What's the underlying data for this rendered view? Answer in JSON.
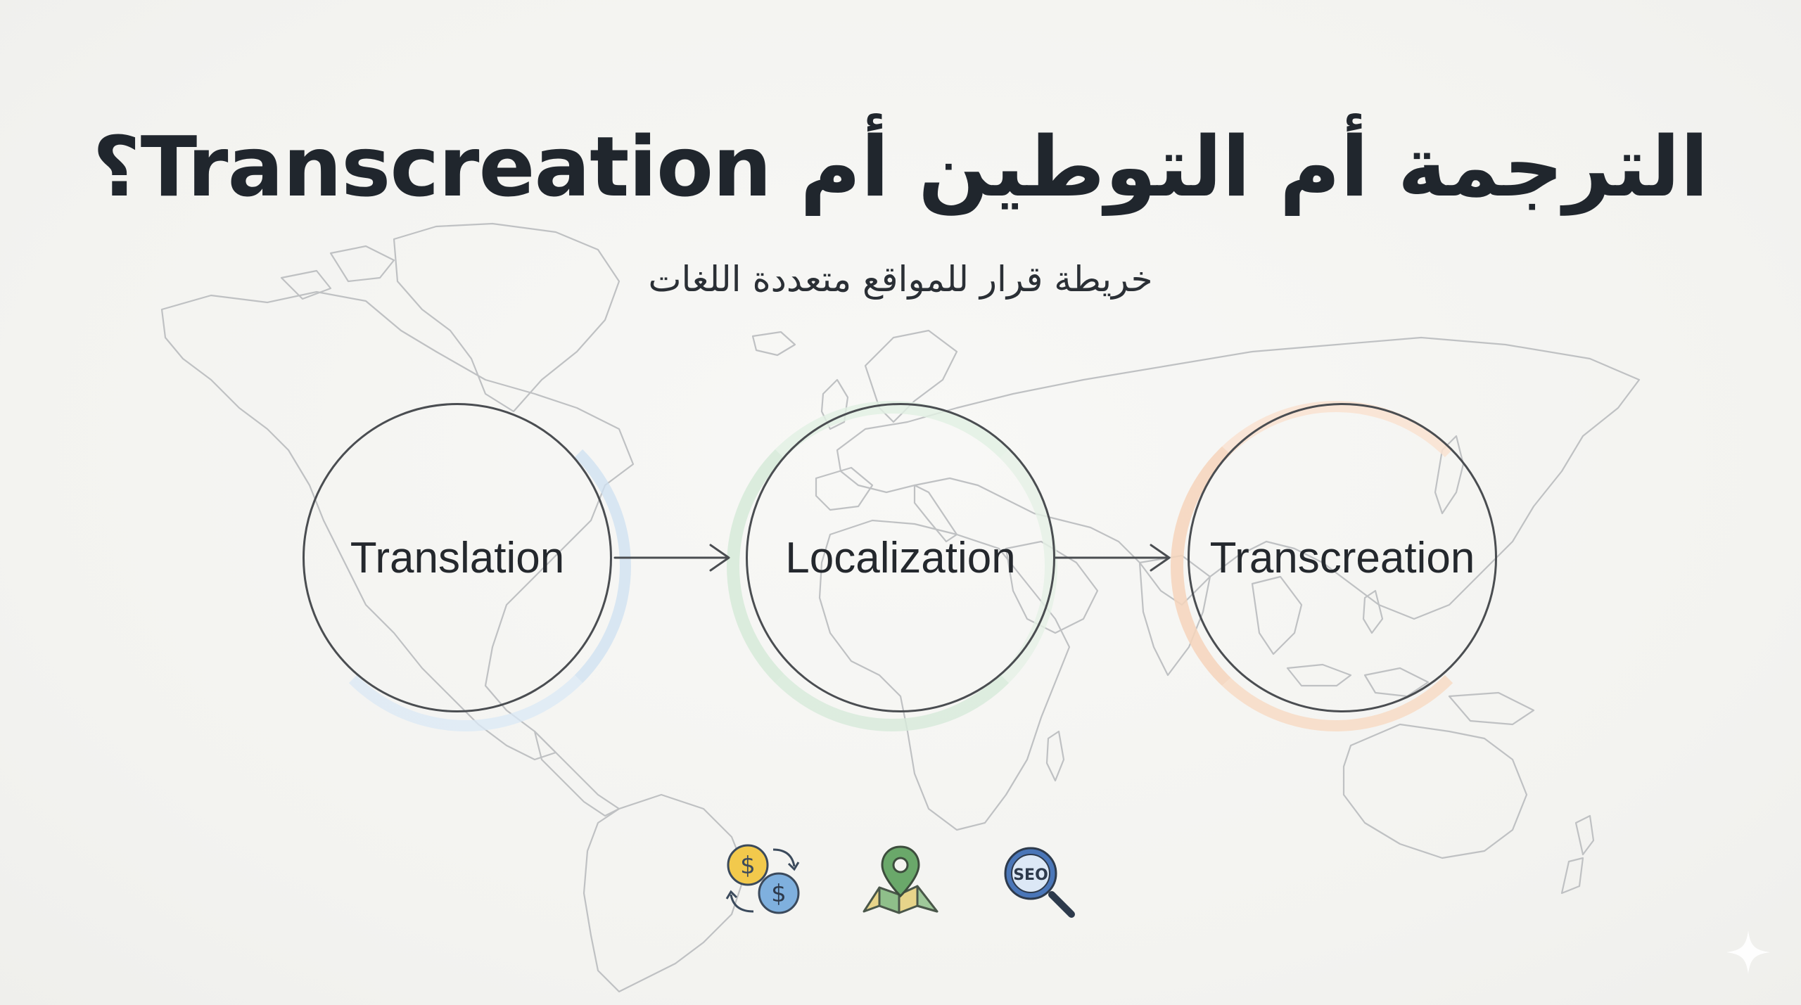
{
  "title": "الترجمة أم التوطين أم Transcreation؟",
  "subtitle": "خريطة قرار للمواقع متعددة اللغات",
  "nodes": [
    {
      "label": "Translation",
      "glow_color": "#bcd7ee"
    },
    {
      "label": "Localization",
      "glow_color": "#cfe6d2"
    },
    {
      "label": "Transcreation",
      "glow_color": "#f6d3b8"
    }
  ],
  "icons": [
    {
      "name": "currency-exchange-icon",
      "colors": [
        "#f2c94c",
        "#6fa8dc",
        "#3b5b8c"
      ]
    },
    {
      "name": "map-pin-icon",
      "colors": [
        "#6aa86a",
        "#e9d58b",
        "#4c5a4c"
      ]
    },
    {
      "name": "seo-search-icon",
      "colors": [
        "#4a76b8",
        "#dce8f6",
        "#2d3a4c"
      ]
    }
  ],
  "colors": {
    "background": "#f4f4f1",
    "text": "#20262d",
    "circle_stroke": "#4a4d51",
    "map_stroke": "#b9bbbd"
  }
}
